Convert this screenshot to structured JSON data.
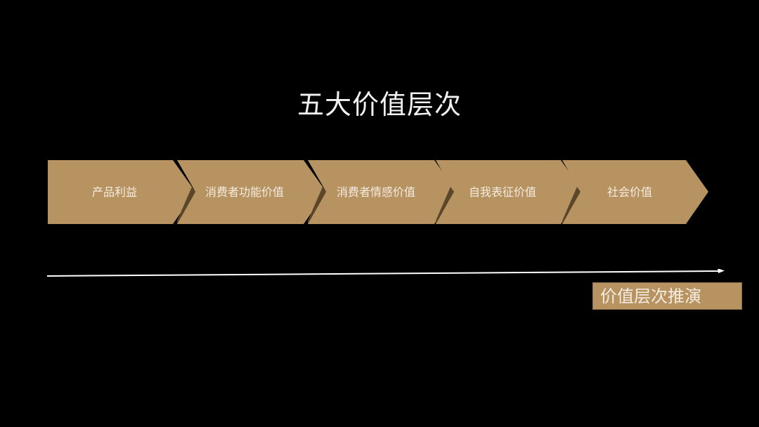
{
  "title": "五大价值层次",
  "colors": {
    "chevron": "#B89362",
    "shadow": "#5a4629",
    "background": "#000000",
    "text": "#F4ECE0"
  },
  "chevrons": [
    {
      "label": "产品利益"
    },
    {
      "label": "消费者功能价值"
    },
    {
      "label": "消费者情感价值"
    },
    {
      "label": "自我表征价值"
    },
    {
      "label": "社会价值"
    }
  ],
  "axis": {
    "label": "价值层次推演",
    "direction": "right"
  }
}
